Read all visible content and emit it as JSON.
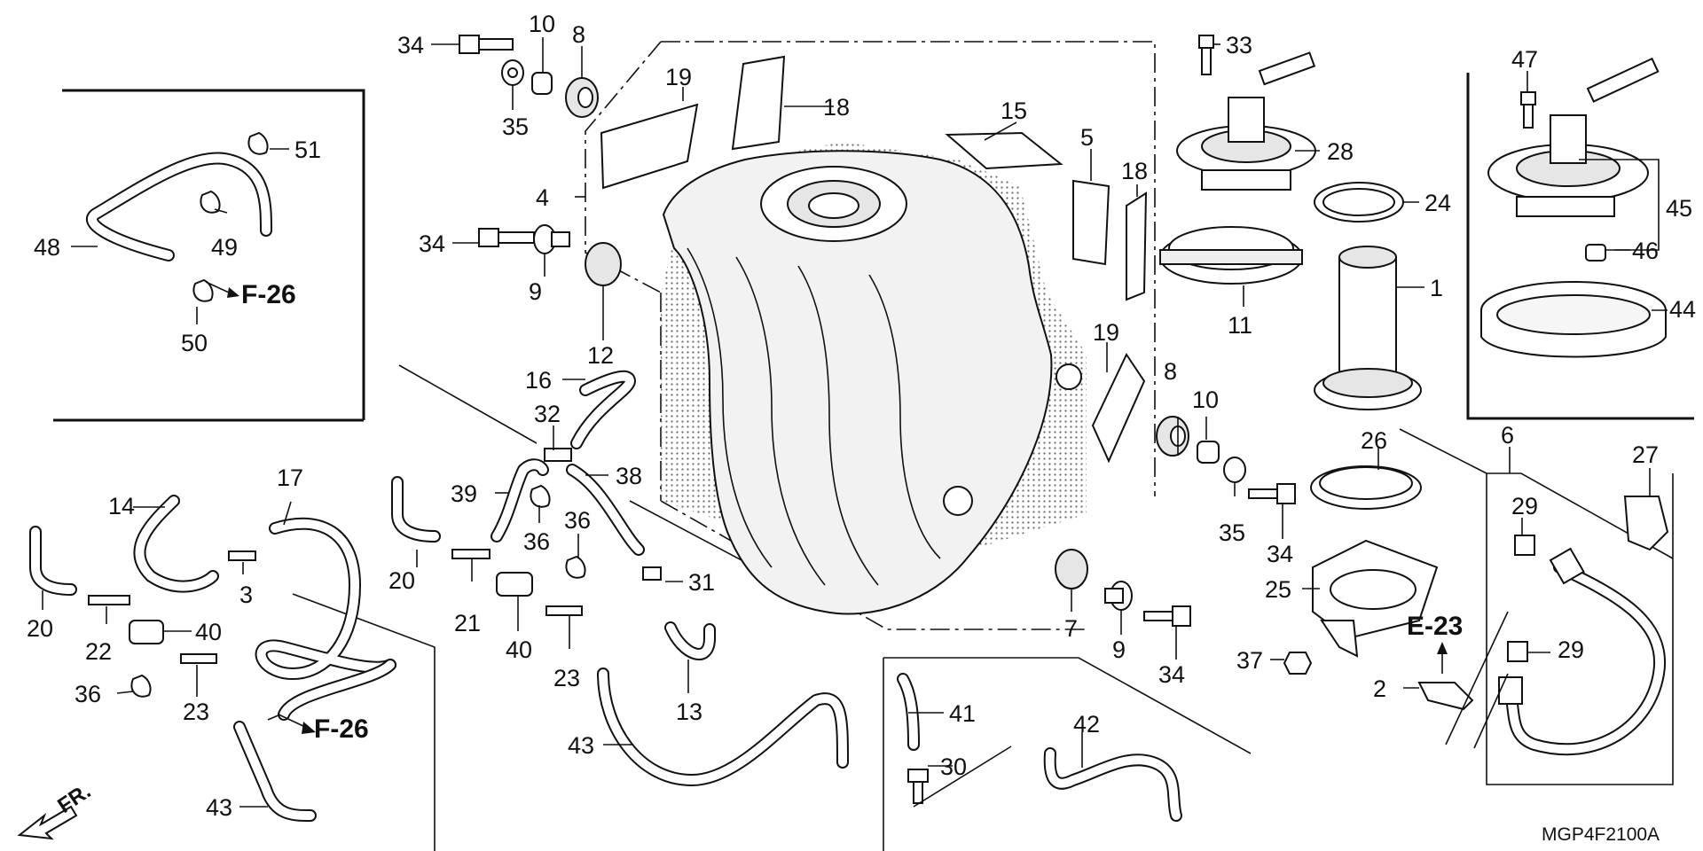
{
  "labels": {
    "l1": "1",
    "l2": "2",
    "l3": "3",
    "l4": "4",
    "l5": "5",
    "l6": "6",
    "l7": "7",
    "l8a": "8",
    "l8b": "8",
    "l9a": "9",
    "l9b": "9",
    "l10a": "10",
    "l10b": "10",
    "l11": "11",
    "l12": "12",
    "l13": "13",
    "l14": "14",
    "l15": "15",
    "l16": "16",
    "l17": "17",
    "l18a": "18",
    "l18b": "18",
    "l19a": "19",
    "l19b": "19",
    "l20a": "20",
    "l20b": "20",
    "l21": "21",
    "l22": "22",
    "l23a": "23",
    "l23b": "23",
    "l24": "24",
    "l25": "25",
    "l26": "26",
    "l27": "27",
    "l28": "28",
    "l29a": "29",
    "l29b": "29",
    "l30": "30",
    "l31": "31",
    "l33": "33",
    "l34a": "34",
    "l34b": "34",
    "l34c": "34",
    "l34d": "34",
    "l35a": "35",
    "l35b": "35",
    "l36a": "36",
    "l36b": "36",
    "l36c": "36",
    "l37": "37",
    "l38": "38",
    "l39": "39",
    "l40a": "40",
    "l40b": "40",
    "l41": "41",
    "l42": "42",
    "l43a": "43",
    "l43b": "43",
    "l44": "44",
    "l45": "45",
    "l46": "46",
    "l47": "47",
    "l48": "48",
    "l49": "49",
    "l50": "50",
    "l51": "51",
    "l32": "32"
  },
  "refs": {
    "f26_top": "F-26",
    "f26_bottom": "F-26",
    "e23": "E-23"
  },
  "front_marker": "FR.",
  "diagram_code": "MGP4F2100A"
}
